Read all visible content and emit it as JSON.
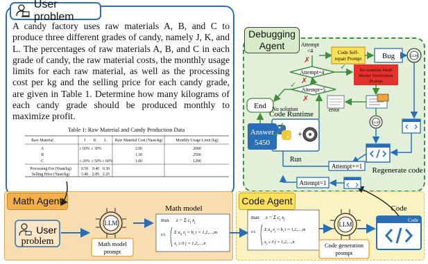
{
  "colors": {
    "blue": "#2a6fb5",
    "green": "#3e8e3e",
    "red": "#d12a2a",
    "orange_tab": "#f3b04a",
    "yellow_tab": "#fde05a",
    "debug_bg": "#e2f0d9",
    "math_bg": "#f8ddb0",
    "code_bg": "#fbf2c2"
  },
  "user_problem": {
    "title": "User problem",
    "text": "A candy factory uses raw materials A, B, and C to produce three different grades of candy, namely J, K, and L. The percentages of raw materials A, B, and C in each grade of candy, the raw material costs, the monthly usage limits for each raw material, as well as the processing cost per kg and the selling price for each candy grade, are given in Table 1. Determine how many kilograms of each candy grade should be produced monthly to maximize profit."
  },
  "table": {
    "caption": "Table 1: Raw Material and Candy Production Data",
    "headers": [
      "Raw Material",
      "J",
      "K",
      "L",
      "Raw Material Cost (Yuan/kg)",
      "Monthly Usage Limit (kg)"
    ],
    "rows": [
      [
        "A",
        "≥ 60%",
        "≥ 30%",
        "",
        "2.00",
        "2000"
      ],
      [
        "B",
        "",
        "",
        "",
        "1.50",
        "2500"
      ],
      [
        "C",
        "≤ 20%",
        "≤ 50%",
        "≤ 60%",
        "1.00",
        "1200"
      ]
    ],
    "footer_rows": [
      [
        "Processing Fee (Yuan/kg)",
        "0.50",
        "0.40",
        "0.30",
        "",
        ""
      ],
      [
        "Selling Price (Yuan/kg)",
        "3.40",
        "2.85",
        "2.25",
        "",
        ""
      ]
    ]
  },
  "debugging_agent": {
    "title": "Debugging Agent",
    "attempt_lt4": "Attempt <4",
    "self_repair": "Code Self-repair Prompt",
    "bug": "Bug",
    "attempt_eq4": "Attempt=4",
    "reexamine": "Re-examine Math Model Verification Prompt",
    "attempt_eq5": "Attempt=5",
    "end": "End",
    "no_solution": "No solution",
    "get_error": "Get an error",
    "answer_label": "Answer",
    "answer_value": "5450",
    "code_runtime": "Code Runtime",
    "run": "Run",
    "attempt_inc": "Attempt+=1",
    "attempt_one": "Attempt=1",
    "regenerate": "Regenerate code",
    "llm": "LLM",
    "check": "✓",
    "cross": "✗"
  },
  "math_agent": {
    "title": "Math Agent",
    "user_problem": "User problem",
    "llm": "LLM",
    "prompt": "Math model prompt",
    "model_title": "Math model"
  },
  "code_agent": {
    "title": "Code Agent",
    "llm": "LLM",
    "prompt": "Code generation prompt",
    "code_label": "Code",
    "code_tab": "Code"
  },
  "formula": {
    "max": "max",
    "z": "z = Σ c",
    "sub_j": "j",
    "x": "x",
    "st": "s.t.",
    "c1": "Σ a",
    "c1b": "x",
    "c1c": "= b",
    "c1d": "i = 1,2,…,m",
    "c2": "x",
    "c2b": "≥ 0",
    "c2c": "j = 1,2,…,n",
    "n": "n",
    "jeq1": "j=1",
    "ij": "ij",
    "i": "i"
  }
}
